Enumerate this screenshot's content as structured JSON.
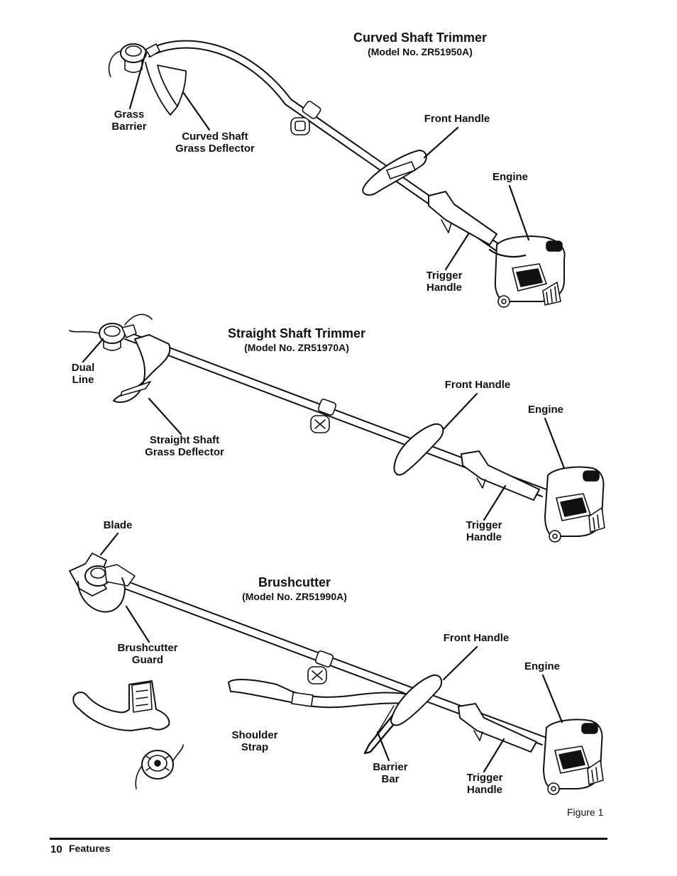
{
  "trimmers": [
    {
      "title": "Curved Shaft Trimmer",
      "model": "(Model No. ZR51950A)",
      "labels": {
        "grass_barrier": [
          "Grass",
          "Barrier"
        ],
        "deflector": [
          "Curved Shaft",
          "Grass Deflector"
        ],
        "front_handle": "Front Handle",
        "engine": "Engine",
        "trigger_handle": [
          "Trigger",
          "Handle"
        ]
      }
    },
    {
      "title": "Straight Shaft Trimmer",
      "model": "(Model No. ZR51970A)",
      "labels": {
        "dual_line": [
          "Dual",
          "Line"
        ],
        "deflector": [
          "Straight Shaft",
          "Grass Deflector"
        ],
        "front_handle": "Front Handle",
        "engine": "Engine",
        "trigger_handle": [
          "Trigger",
          "Handle"
        ]
      }
    },
    {
      "title": "Brushcutter",
      "model": "(Model No. ZR51990A)",
      "labels": {
        "blade": "Blade",
        "guard": [
          "Brushcutter",
          "Guard"
        ],
        "front_handle": "Front Handle",
        "engine": "Engine",
        "shoulder_strap": [
          "Shoulder",
          "Strap"
        ],
        "barrier_bar": [
          "Barrier",
          "Bar"
        ],
        "trigger_handle": [
          "Trigger",
          "Handle"
        ]
      }
    }
  ],
  "figure_caption": "Figure 1",
  "footer": {
    "page_number": "10",
    "section": "Features"
  },
  "colors": {
    "ink": "#111111",
    "fill": "#ffffff",
    "engine_dark": "#1a1a1a",
    "engine_mid": "#9a9a9a"
  }
}
